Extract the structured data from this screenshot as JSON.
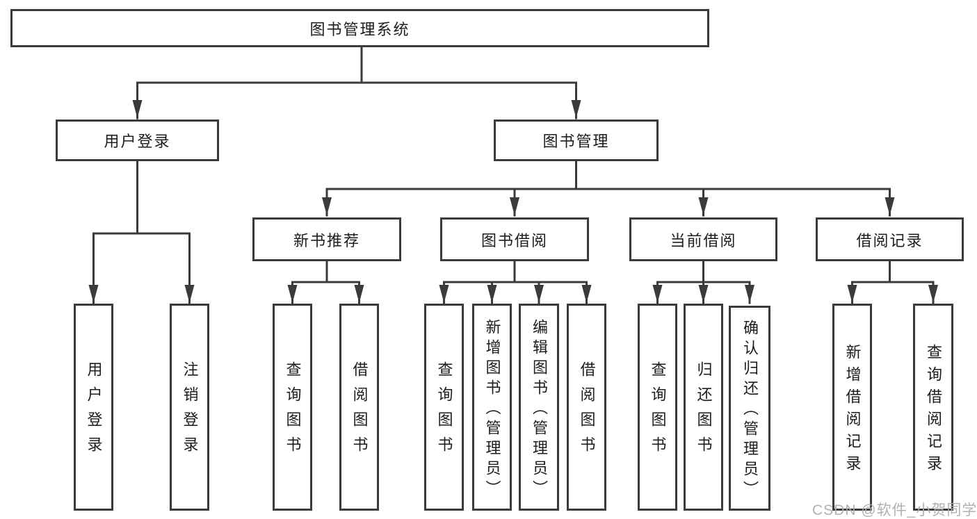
{
  "tree": {
    "label": "图书管理系统",
    "children": [
      {
        "label": "用户登录",
        "children": [
          {
            "label": "用户登录"
          },
          {
            "label": "注销登录"
          }
        ]
      },
      {
        "label": "图书管理",
        "children": [
          {
            "label": "新书推荐",
            "children": [
              {
                "label": "查询图书"
              },
              {
                "label": "借阅图书"
              }
            ]
          },
          {
            "label": "图书借阅",
            "children": [
              {
                "label": "查询图书"
              },
              {
                "label": "新增图书（管理员）"
              },
              {
                "label": "编辑图书（管理员）"
              },
              {
                "label": "借阅图书"
              }
            ]
          },
          {
            "label": "当前借阅",
            "children": [
              {
                "label": "查询图书"
              },
              {
                "label": "归还图书"
              },
              {
                "label": "确认归还（管理员）"
              }
            ]
          },
          {
            "label": "借阅记录",
            "children": [
              {
                "label": "新增借阅记录"
              },
              {
                "label": "查询借阅记录"
              }
            ]
          }
        ]
      }
    ]
  },
  "watermark": {
    "text": "CSDN @软件_小贺同学"
  },
  "colors": {
    "line": "#3b3b3b",
    "box_border": "#3b3b3b",
    "text": "#1d1d1d",
    "background": "#ffffff",
    "watermark": "#adadad"
  }
}
